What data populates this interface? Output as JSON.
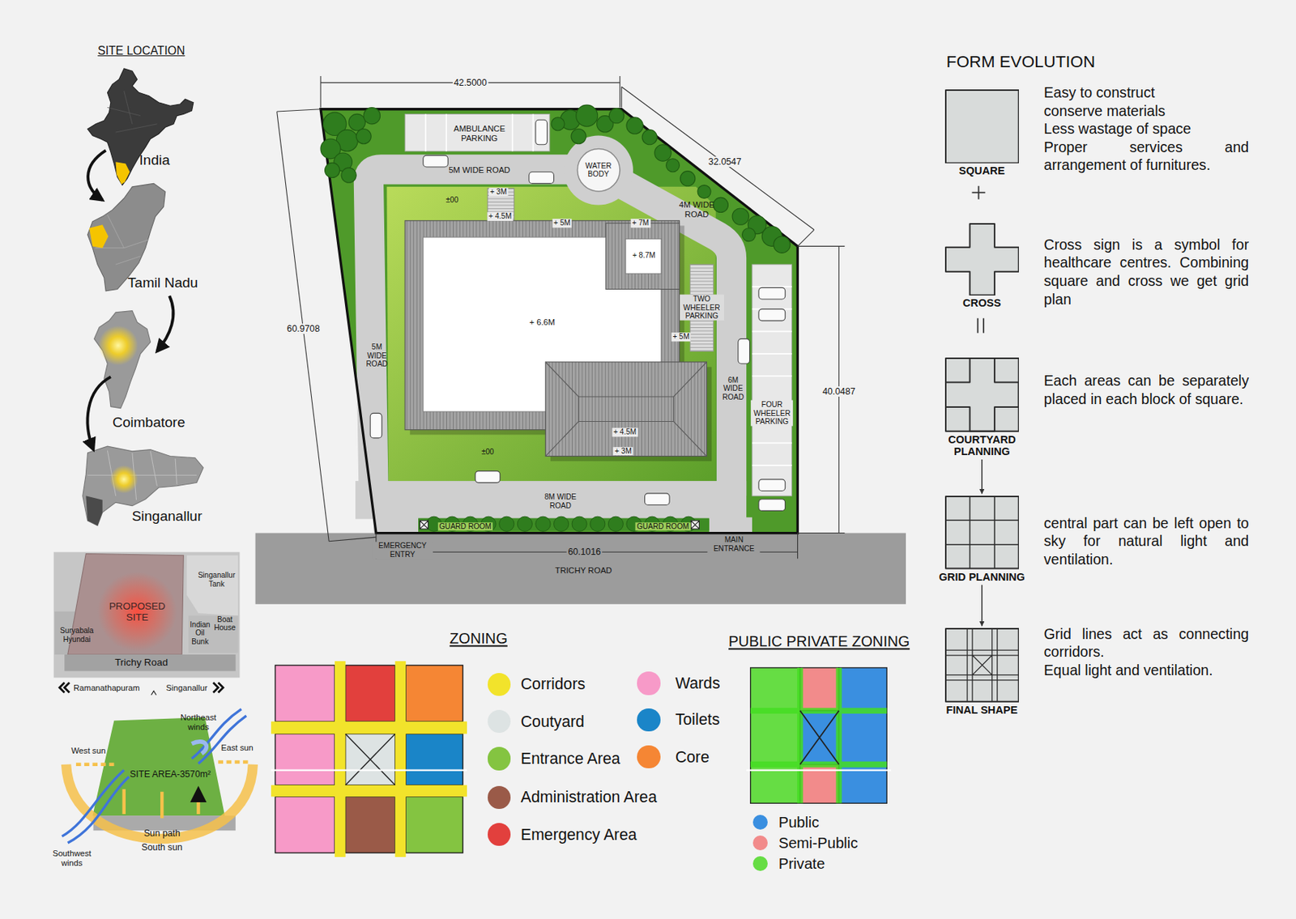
{
  "diagram": {
    "nodes": [
      {
        "text": [
          "WATER BODY"
        ]
      },
      {
        "text": [
          "SQUARE"
        ]
      },
      {
        "text": [
          "CROSS"
        ]
      },
      {
        "text": [
          "COURTYARD PLANNING"
        ]
      },
      {
        "text": [
          "GRID PLANNING"
        ]
      },
      {
        "text": [
          "FINAL SHAPE"
        ]
      }
    ],
    "edges": [
      {
        "from": 3,
        "to": 4,
        "arrow": "to"
      },
      {
        "from": 4,
        "to": 5,
        "arrow": "to"
      }
    ],
    "labels": [
      "SITE LOCATION",
      "India",
      "Tamil Nadu",
      "Coimbatore",
      "Singanallur",
      "PROPOSED SITE",
      "Singanallur Tank",
      "Suryabala Hyundai",
      "Indian Oil Bunk",
      "Boat House",
      "Trichy Road",
      "Ramanathapuram",
      "Singanallur",
      "Northeast winds",
      "West sun",
      "East sun",
      "SITE AREA-3570m²",
      "Sun path",
      "South sun",
      "Southwest winds",
      "42.5000",
      "AMBULANCE PARKING",
      "5M WIDE ROAD",
      "32.0547",
      "4M WIDE ROAD",
      "±00",
      "+ 3M",
      "+ 4.5M",
      "+ 5M",
      "+ 7M",
      "+ 8.7M",
      "TWO WHEELER PARKING",
      "+ 6.6M",
      "+ 5M",
      "60.9708",
      "5M WIDE ROAD",
      "6M WIDE ROAD",
      "FOUR WHEELER PARKING",
      "40.0487",
      "+ 4.5M",
      "+ 3M",
      "±00",
      "8M WIDE ROAD",
      "GUARD ROOM",
      "GUARD ROOM",
      "EMERGENCY ENTRY",
      "60.1016",
      "MAIN ENTRANCE",
      "TRICHY ROAD",
      "ZONING",
      "PUBLIC PRIVATE ZONING",
      "FORM EVOLUTION",
      "Easy to construct",
      "conserve materials",
      "Less wastage of space",
      "Proper services and arrangement of furnitures.",
      "Cross sign is a symbol for healthcare centres. Combining square and cross we get grid plan",
      "Each areas can be separately placed in each block of square.",
      "central part can be left open to sky for natural light and ventilation.",
      "Grid lines act as connecting corridors.",
      "Equal light and ventilation."
    ],
    "legend": [
      {
        "text": "Corridors",
        "color": "#f2e32b"
      },
      {
        "text": "Coutyard",
        "color": "#dde3e3"
      },
      {
        "text": "Entrance Area",
        "color": "#84c441"
      },
      {
        "text": "Administration Area",
        "color": "#9a5a48"
      },
      {
        "text": "Emergency Area",
        "color": "#e2403d"
      },
      {
        "text": "Wards",
        "color": "#f79ac8"
      },
      {
        "text": "Toilets",
        "color": "#1a85c8"
      },
      {
        "text": "Core",
        "color": "#f58634"
      },
      {
        "text": "Public",
        "color": "#3a8fe0"
      },
      {
        "text": "Semi-Public",
        "color": "#f28b8b"
      },
      {
        "text": "Private",
        "color": "#66dd44"
      }
    ]
  }
}
